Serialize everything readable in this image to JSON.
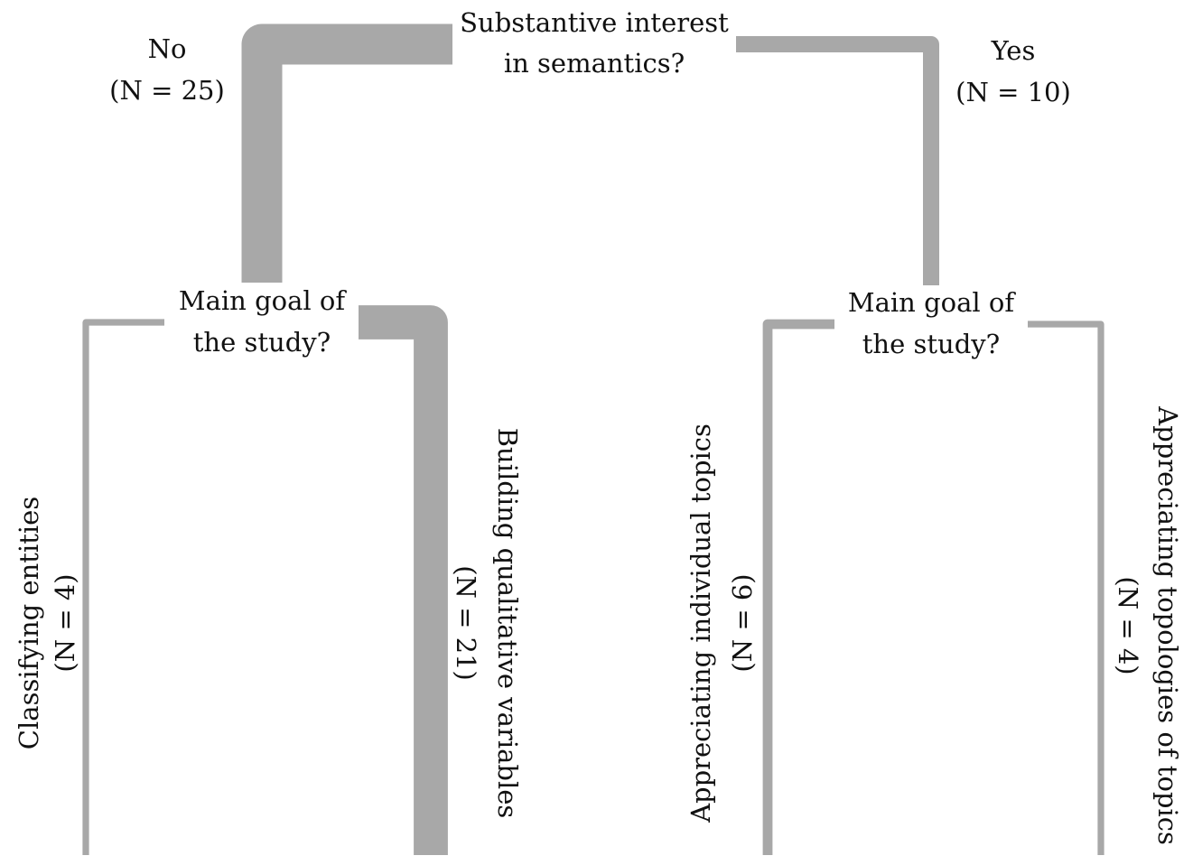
{
  "colors": {
    "edge": "#a8a8a8",
    "text": "#111111",
    "background": "#ffffff"
  },
  "root": {
    "question_line1": "Substantive interest",
    "question_line2": "in semantics?"
  },
  "branch_no": {
    "answer": "No",
    "count": "(N = 25)",
    "n": 25,
    "node": {
      "question_line1": "Main goal of",
      "question_line2": "the study?"
    },
    "leaves": [
      {
        "label": "Classifying entities",
        "count": "(N = 4)",
        "n": 4
      },
      {
        "label": "Building qualitative variables",
        "count": "(N = 21)",
        "n": 21
      }
    ]
  },
  "branch_yes": {
    "answer": "Yes",
    "count": "(N = 10)",
    "n": 10,
    "node": {
      "question_line1": "Main goal of",
      "question_line2": "the study?"
    },
    "leaves": [
      {
        "label": "Appreciating individual topics",
        "count": "(N = 6)",
        "n": 6
      },
      {
        "label": "Appreciating topologies of topics",
        "count": "(N = 4)",
        "n": 4
      }
    ]
  }
}
